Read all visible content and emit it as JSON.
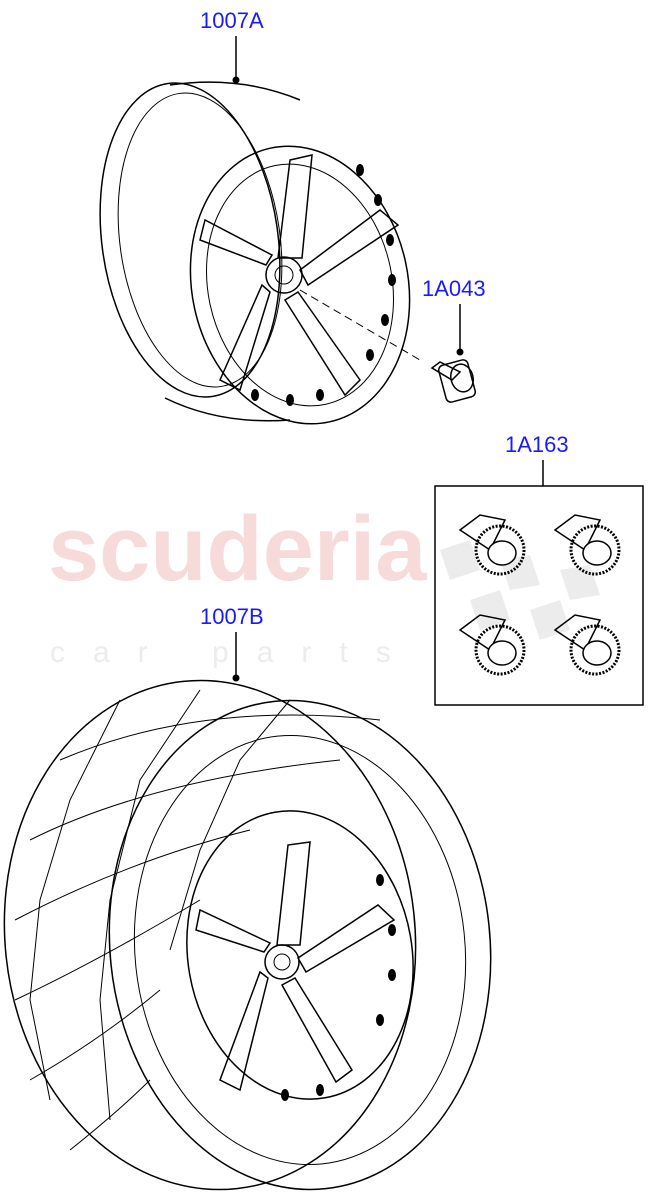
{
  "watermark": {
    "line1": "scuderia",
    "line2": "car parts"
  },
  "callouts": {
    "wheel": "1007A",
    "wheel_nut": "1A043",
    "locking_nut_kit": "1A163",
    "wheel_and_tyre": "1007B"
  },
  "colors": {
    "callout_text": "#1a1aff",
    "watermark": "#f7dada",
    "line": "#000000"
  }
}
